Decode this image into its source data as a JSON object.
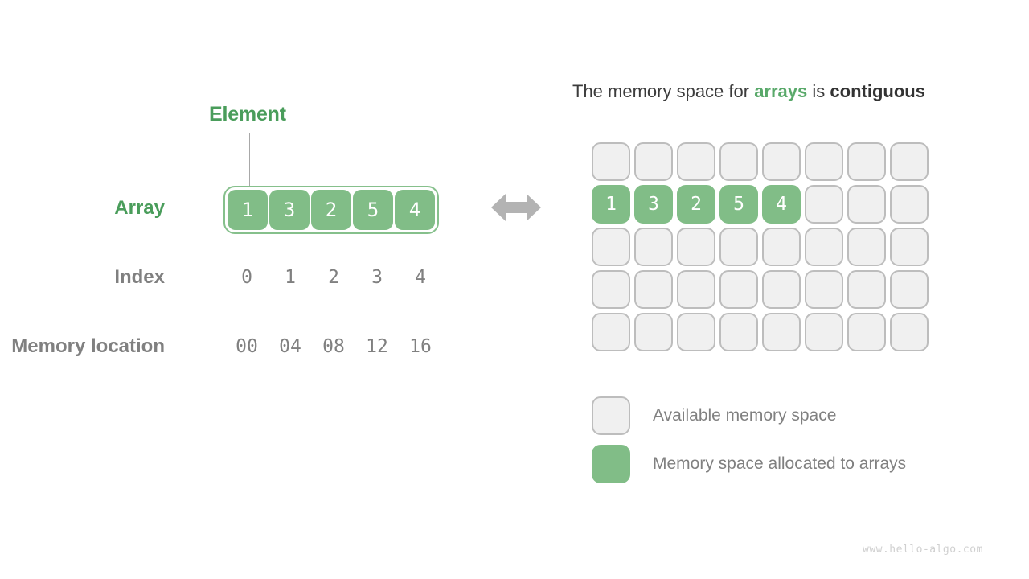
{
  "left_panel": {
    "element_label": "Element",
    "array_row_label": "Array",
    "index_row_label": "Index",
    "memory_row_label": "Memory location",
    "array_values": [
      "1",
      "3",
      "2",
      "5",
      "4"
    ],
    "index_values": [
      "0",
      "1",
      "2",
      "3",
      "4"
    ],
    "memory_values": [
      "00",
      "04",
      "08",
      "12",
      "16"
    ]
  },
  "connector_arrow": {
    "icon": "double-headed-horizontal-arrow",
    "color": "#b3b3b3"
  },
  "right_panel": {
    "title_parts": {
      "part1": "The memory space for ",
      "highlight_green": "arrays",
      "part2": " is ",
      "highlight_dark": "contiguous"
    },
    "grid": {
      "columns": 8,
      "rows": 5,
      "filled_row_index": 1,
      "filled_values": [
        "1",
        "3",
        "2",
        "5",
        "4"
      ]
    },
    "legend": [
      {
        "swatch": "empty",
        "label": "Available memory space"
      },
      {
        "swatch": "filled",
        "label": "Memory space allocated to arrays"
      }
    ]
  },
  "watermark": "www.hello-algo.com",
  "colors": {
    "green_fill": "#81bd87",
    "green_text": "#4a9d5b",
    "gray_text": "#808080",
    "empty_cell": "#f0f0f0",
    "empty_border": "#bdbdbd",
    "arrow": "#b3b3b3"
  }
}
